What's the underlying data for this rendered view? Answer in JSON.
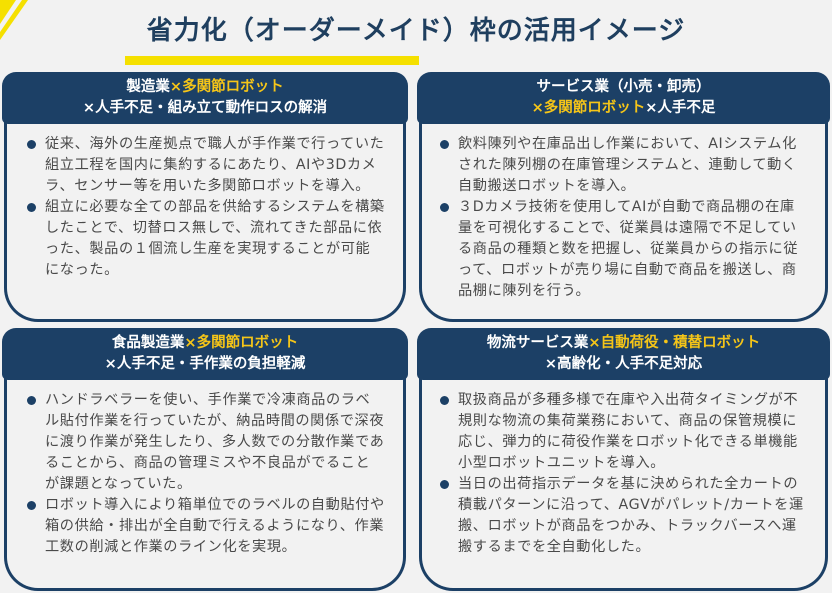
{
  "title": "省力化（オーダーメイド）枠の活用イメージ",
  "colors": {
    "background": "#f2f2f2",
    "navy": "#1c4066",
    "title": "#1f3f5f",
    "highlight_yellow": "#f5c518",
    "underline_yellow": "#f5e000",
    "body_text": "#4a4a4a"
  },
  "cards": [
    {
      "header": {
        "line1_prefix": "製造業",
        "line1_highlight": "×多関節ロボット",
        "line1_suffix": "",
        "line2_prefix": "×人手不足・組み立て動作ロスの解消",
        "line2_highlight": "",
        "line2_suffix": ""
      },
      "bullets": [
        "従来、海外の生産拠点で職人が手作業で行っていた組立工程を国内に集約するにあたり、AIや3Dカメラ、センサー等を用いた多関節ロボットを導入。",
        "組立に必要な全ての部品を供給するシステムを構築したことで、切替ロス無しで、流れてきた部品に依った、製品の１個流し生産を実現することが可能になった。"
      ]
    },
    {
      "header": {
        "line1_prefix": "サービス業（小売・卸売）",
        "line1_highlight": "",
        "line1_suffix": "",
        "line2_prefix": "",
        "line2_highlight": "×多関節ロボット",
        "line2_suffix": "×人手不足"
      },
      "bullets": [
        "飲料陳列や在庫品出し作業において、AIシステム化された陳列棚の在庫管理システムと、連動して動く自動搬送ロボットを導入。",
        "３Dカメラ技術を使用してAIが自動で商品棚の在庫量を可視化することで、従業員は遠隔で不足している商品の種類と数を把握し、従業員からの指示に従って、ロボットが売り場に自動で商品を搬送し、商品棚に陳列を行う。"
      ]
    },
    {
      "header": {
        "line1_prefix": "食品製造業",
        "line1_highlight": "×多関節ロボット",
        "line1_suffix": "",
        "line2_prefix": "×人手不足・手作業の負担軽減",
        "line2_highlight": "",
        "line2_suffix": ""
      },
      "bullets": [
        "ハンドラベラーを使い、手作業で冷凍商品のラベル貼付作業を行っていたが、納品時間の関係で深夜に渡り作業が発生したり、多人数での分散作業であることから、商品の管理ミスや不良品がでることが課題となっていた。",
        "ロボット導入により箱単位でのラベルの自動貼付や箱の供給・排出が全自動で行えるようになり、作業工数の削減と作業のライン化を実現。"
      ]
    },
    {
      "header": {
        "line1_prefix": "物流サービス業",
        "line1_highlight": "×自動荷役・積替ロボット",
        "line1_suffix": "",
        "line2_prefix": "×高齢化・人手不足対応",
        "line2_highlight": "",
        "line2_suffix": ""
      },
      "bullets": [
        "取扱商品が多種多様で在庫や入出荷タイミングが不規則な物流の集荷業務において、商品の保管規模に応じ、弾力的に荷役作業をロボット化できる単機能小型ロボットユニットを導入。",
        "当日の出荷指示データを基に決められた全カートの積載パターンに沿って、AGVがパレット/カートを運搬、ロボットが商品をつかみ、トラックバースへ運搬するまでを全自動化した。"
      ]
    }
  ]
}
